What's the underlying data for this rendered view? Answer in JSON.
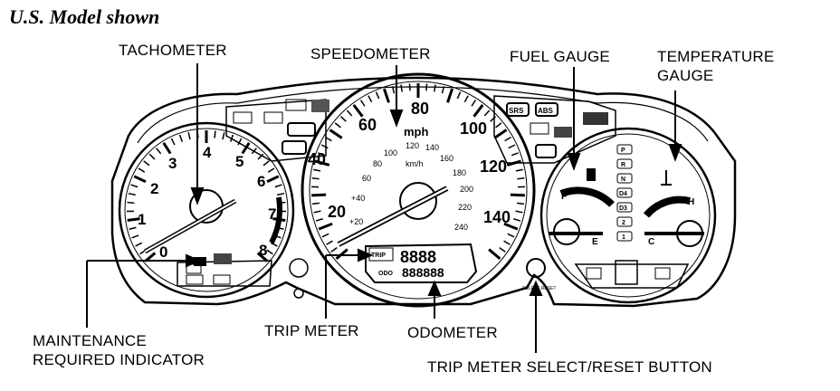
{
  "heading": "U.S. Model shown",
  "callouts": {
    "tachometer": "TACHOMETER",
    "speedometer": "SPEEDOMETER",
    "fuel_gauge": "FUEL GAUGE",
    "temperature_gauge_line1": "TEMPERATURE",
    "temperature_gauge_line2": "GAUGE",
    "maintenance_line1": "MAINTENANCE",
    "maintenance_line2": "REQUIRED INDICATOR",
    "trip_meter": "TRIP METER",
    "odometer": "ODOMETER",
    "trip_reset": "TRIP METER SELECT/RESET  BUTTON"
  },
  "tachometer": {
    "numbers": [
      "0",
      "1",
      "2",
      "3",
      "4",
      "5",
      "6",
      "7",
      "8"
    ]
  },
  "speedometer": {
    "mph": [
      "20",
      "40",
      "60",
      "80",
      "100",
      "120",
      "140"
    ],
    "unit_mph": "mph",
    "kmh": [
      "+20",
      "+40",
      "60",
      "80",
      "100",
      "120",
      "140",
      "160",
      "180",
      "200",
      "220",
      "240"
    ],
    "unit_kmh": "km/h"
  },
  "fuel": {
    "full": "F",
    "empty": "E"
  },
  "temperature": {
    "hot": "H",
    "cold": "C"
  },
  "gear_positions": [
    "P",
    "R",
    "N",
    "D4",
    "D3",
    "2",
    "1"
  ],
  "display": {
    "trip_label": "TRIP",
    "odo_label": "ODO",
    "trip_digits": "8888",
    "odo_digits": "888888"
  },
  "indicators": {
    "srs": "SRS",
    "abs": "ABS",
    "reset_text": "SELECT RESET"
  }
}
